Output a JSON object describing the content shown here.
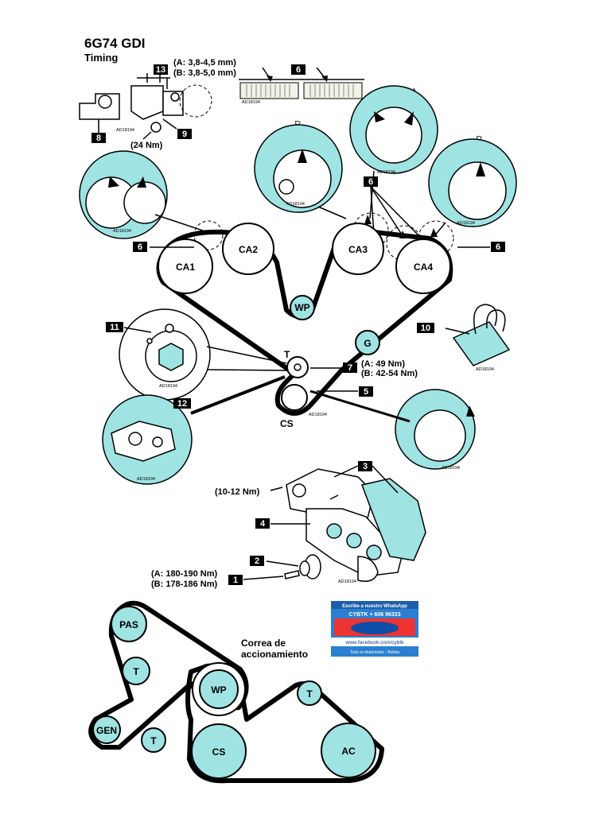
{
  "title": "6G74 GDI",
  "subtitle": "Timing",
  "specs": {
    "item13_a": "(A: 3,8-4,5 mm)",
    "item13_b": "(B: 3,8-5,0 mm)",
    "torque_9": "(24 Nm)",
    "torque_7a": "(A: 49 Nm)",
    "torque_7b": "(B: 42-54 Nm)",
    "torque_bolt": "(10-12 Nm)",
    "torque_1a": "(A: 180-190 Nm)",
    "torque_1b": "(B: 178-186 Nm)"
  },
  "callouts": [
    "1",
    "2",
    "3",
    "4",
    "5",
    "6",
    "7",
    "8",
    "9",
    "10",
    "11",
    "12",
    "13"
  ],
  "detail_letters": {
    "a": "A",
    "b": "B"
  },
  "ad_code": "AD18194",
  "timing_pulleys": [
    "CA1",
    "CA2",
    "CA3",
    "CA4",
    "WP",
    "G",
    "T",
    "CS"
  ],
  "drive_belt_label_1": "Correa de",
  "drive_belt_label_2": "accionamiento",
  "drive_pulleys": [
    "PAS",
    "T",
    "WP",
    "T",
    "GEN",
    "T",
    "CS",
    "AC"
  ],
  "ad_banner": {
    "line1": "Escribe a nuestro WhatsApp",
    "line2": "CYBTK + 606 96333",
    "line3": "www.facebook.com/cybtk",
    "line4": "Todo en Automotriz - Bolivia"
  },
  "colors": {
    "accent": "#9fe3e3",
    "ink": "#000000"
  }
}
